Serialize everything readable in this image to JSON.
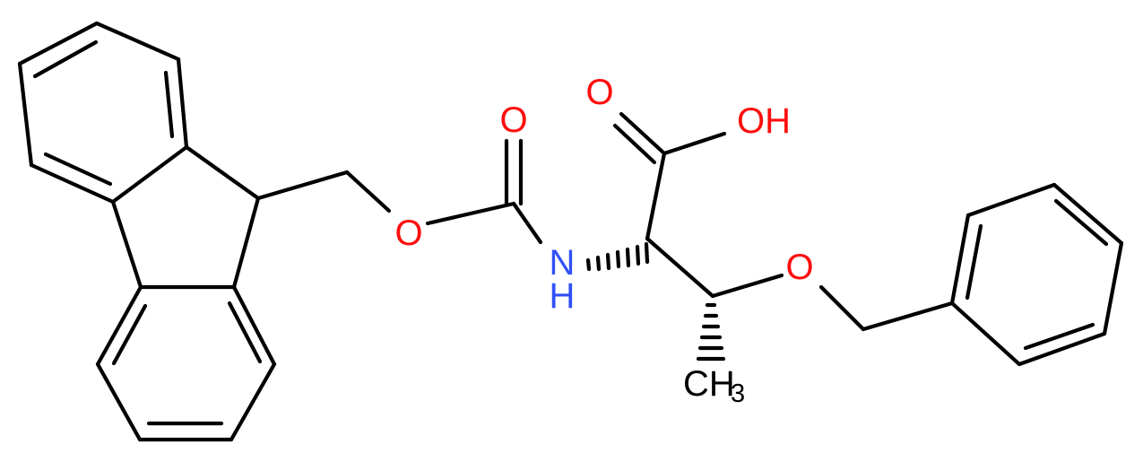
{
  "molecule": {
    "atom_labels": {
      "o_carbonyl_fmoc": "O",
      "o_ester_fmoc": "O",
      "nh_n": "N",
      "nh_h": "H",
      "o_acid": "O",
      "oh": "OH",
      "o_ether": "O",
      "ch3": "CH",
      "ch3_sub": "3"
    },
    "colors": {
      "bond": "#000000",
      "oxygen": "#ff0d0d",
      "nitrogen": "#3050f8",
      "carbon": "#000000"
    }
  }
}
